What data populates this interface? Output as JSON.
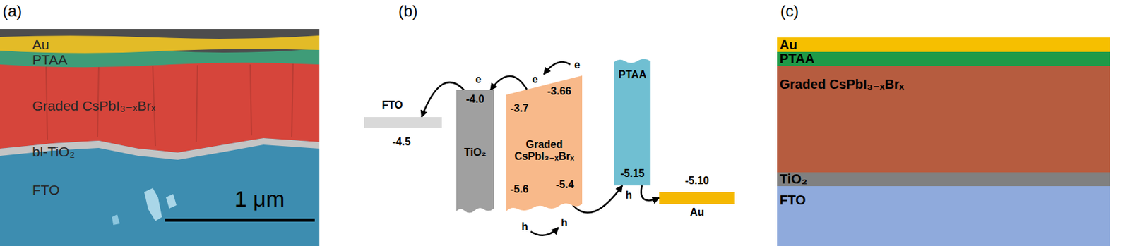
{
  "diagram": {
    "nodes": [
      {
        "text": [
          "Au"
        ]
      },
      {
        "text": [
          "PTAA"
        ]
      },
      {
        "text": [
          "Graded CsPbI₃₋ₓBrₓ"
        ]
      },
      {
        "text": [
          "bl-TiO₂"
        ]
      },
      {
        "text": [
          "FTO"
        ]
      },
      {
        "text": [
          "FTO",
          "-4.5"
        ]
      },
      {
        "text": [
          "-4.0",
          "TiO₂"
        ]
      },
      {
        "text": [
          "-3.7",
          "-3.66",
          "Graded CsPbI₃₋ₓBrₓ",
          "-5.6",
          "-5.4"
        ]
      },
      {
        "text": [
          "PTAA",
          "-5.15"
        ]
      },
      {
        "text": [
          "-5.10",
          "Au"
        ]
      },
      {
        "text": [
          "Au"
        ]
      },
      {
        "text": [
          "PTAA"
        ]
      },
      {
        "text": [
          "Graded CsPbI₃₋ₓBrₓ"
        ]
      },
      {
        "text": [
          "TiO₂"
        ]
      },
      {
        "text": [
          "FTO"
        ]
      }
    ],
    "edges": [
      {
        "from": 7,
        "to": 6,
        "arrow": "to"
      },
      {
        "from": 6,
        "to": 5,
        "arrow": "to"
      },
      {
        "from": 7,
        "to": 8,
        "arrow": "to"
      },
      {
        "from": 8,
        "to": 9,
        "arrow": "to"
      }
    ],
    "labels": [
      "(a)",
      "1 μm",
      "(b)",
      "e",
      "e",
      "e",
      "h",
      "h",
      "h",
      "(c)"
    ]
  }
}
